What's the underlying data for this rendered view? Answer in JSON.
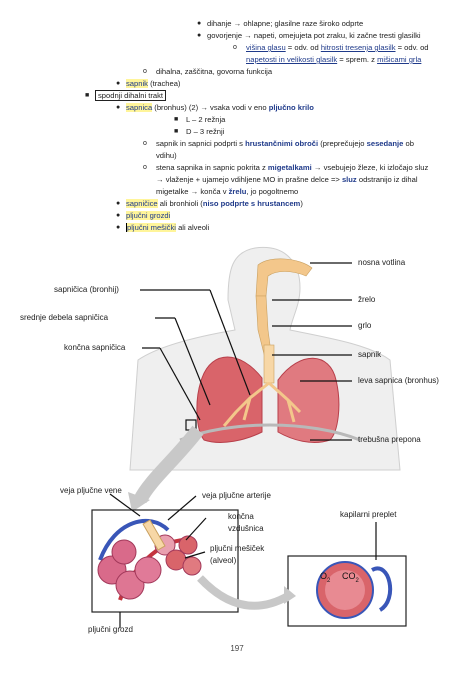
{
  "notes": {
    "l1": {
      "a": "dihanje ",
      "arrow": "→",
      "b": " ohlapne; glasilne raze široko odprte"
    },
    "l2": {
      "a": "govorjenje ",
      "arrow": "→",
      "b": " napeti, omejujeta pot zraku, ki začne tresti glasilki"
    },
    "l3": {
      "a": "višina glasu",
      "b": " = odv. od ",
      "c": "hitrosti tresenja glasilk",
      "d": " = odv. od"
    },
    "l4": {
      "a": "napetosti in velikosti glasilk",
      "b": " = sprem. z ",
      "c": "mišicami grla"
    },
    "l5": "dihalna, zaščitna, govorna funkcija",
    "l6": {
      "a": "sapnik",
      "b": " (trachea)"
    },
    "l7": "spodnji dihalni trakt",
    "l8": {
      "a": "sapnica",
      "b": " (bronhus) (2) ",
      "arrow": "→",
      "c": " vsaka vodi v eno ",
      "d": "pljučno krilo"
    },
    "l9": "L – 2 režnja",
    "l10": "D – 3 režnji",
    "l11": {
      "a": "sapnik in sapnici podprti s ",
      "b": "hrustančnimi obroči",
      "c": " (preprečujejo ",
      "d": "sesedanje",
      "e": " ob"
    },
    "l12": "vdihu)",
    "l13": {
      "a": "stena sapnika in sapnic pokrita z ",
      "b": "migetalkami",
      "arrow": "→",
      "c": " vsebujejo žleze, ki izločajo sluz"
    },
    "l14": {
      "arrow": "→",
      "a": " vlaženje + ujamejo vdihljene MO in prašne delce => ",
      "b": "sluz",
      "c": " odstranijo iz dihal"
    },
    "l15": {
      "a": "migetalke ",
      "arrow": "→",
      "b": " konča v ",
      "c": "žrelu",
      "d": ", jo pogoltnemo"
    },
    "l16": {
      "a": "sapničice",
      "b": " ali bronhioli (",
      "c": "niso podprte s hrustancem",
      "d": ")"
    },
    "l17": "pljučni grozdi",
    "l18": {
      "a": "pljučni mešički",
      "b": " ali alveoli"
    }
  },
  "figure": {
    "labels": {
      "nosna_votlina": "nosna votlina",
      "zrelo": "žrelo",
      "grlo": "grlo",
      "sapnik": "sapnik",
      "leva_sapnica": "leva sapnica (bronhus)",
      "trebusna_prepona": "trebušna prepona",
      "sapnicica": "sapničica (bronhij)",
      "srednje_debela": "srednje debela sapničica",
      "koncna_sapnicica": "končna sapničica",
      "veja_vene": "veja pljučne vene",
      "veja_arterije": "veja pljučne arterije",
      "koncna_vzdusnica_1": "končna",
      "koncna_vzdusnica_2": "vzdušnica",
      "mesicek_1": "pljučni mešiček",
      "mesicek_2": "(alveol)",
      "kapilarni": "kapilarni preplet",
      "grozd": "pljučni grozd",
      "o2": "O",
      "o2_sub": "2",
      "co2": "CO",
      "co2_sub": "2"
    },
    "colors": {
      "skin": "#efefef",
      "airway": "#f3c78b",
      "lung": "#d9646a",
      "lung_dark": "#b73f4a",
      "arrow": "#c8c8c8"
    }
  },
  "page_number": "197"
}
